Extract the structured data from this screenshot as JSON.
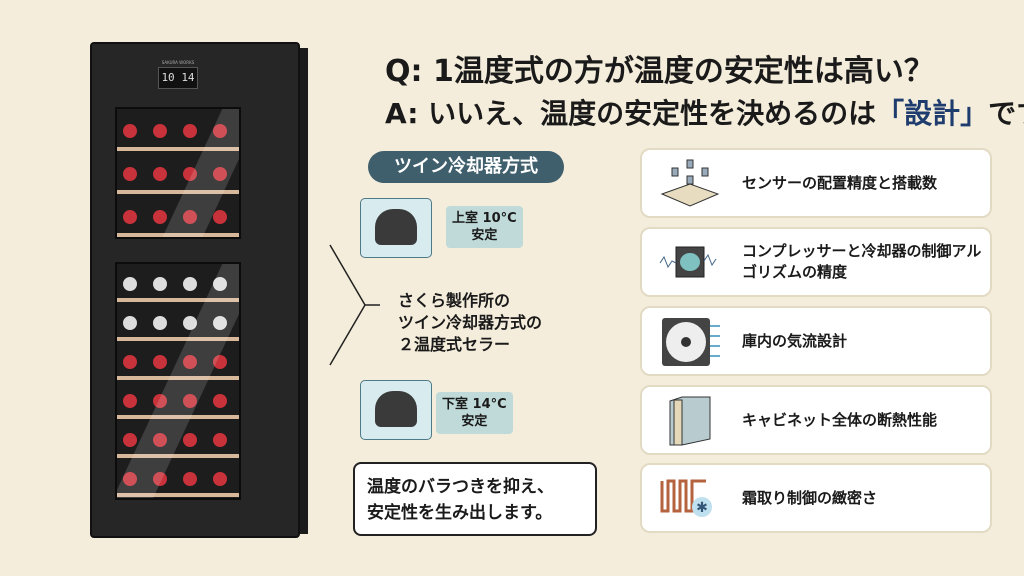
{
  "question": "Q: 1温度式の方が温度の安定性は高い？",
  "answer": {
    "prefix": "A: いいえ、温度の安定性を決めるのは",
    "highlight": "「設計」",
    "suffix": "です。"
  },
  "fridge": {
    "brand": "SAKURA WORKS",
    "display_upper": "10",
    "display_lower": "14"
  },
  "method_label": "ツイン冷却器方式",
  "upper": {
    "line1": "上室 10°C",
    "line2": "安定"
  },
  "lower": {
    "line1": "下室 14°C",
    "line2": "安定"
  },
  "center": [
    "さくら製作所の",
    "ツイン冷却器方式の",
    "２温度式セラー"
  ],
  "bubble": [
    "温度のバラつきを抑え、",
    "安定性を生み出します。"
  ],
  "factors": [
    {
      "icon": "sensor-board-icon",
      "label": "センサーの配置精度と搭載数"
    },
    {
      "icon": "chip-brain-icon",
      "label": "コンプレッサーと冷却器の制御アルゴリズムの精度"
    },
    {
      "icon": "fan-icon",
      "label": "庫内の気流設計"
    },
    {
      "icon": "insulation-panel-icon",
      "label": "キャビネット全体の断熱性能"
    },
    {
      "icon": "defrost-coil-icon",
      "label": "霜取り制御の緻密さ"
    }
  ],
  "colors": {
    "background": "#f4eddb",
    "accent": "#3f5f6d",
    "highlight": "#1f3c6e"
  }
}
